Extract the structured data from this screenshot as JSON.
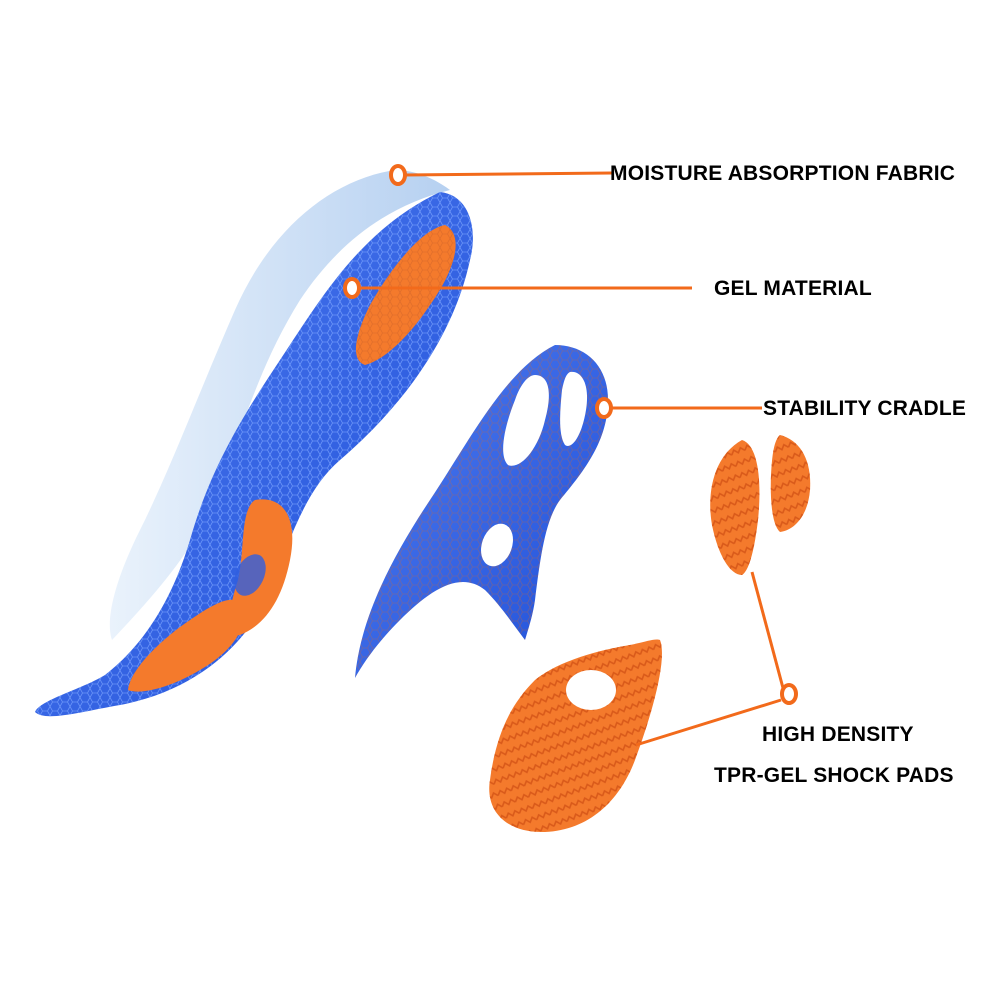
{
  "labels": {
    "moisture": "MOISTURE ABSORPTION FABRIC",
    "gel": "GEL MATERIAL",
    "stability": "STABILITY CRADLE",
    "pads_line1": "HIGH DENSITY",
    "pads_line2": "TPR-GEL SHOCK PADS"
  },
  "colors": {
    "accent": "#f26a1b",
    "blue": "#2f5fe0",
    "light_blue": "#bcd7f2",
    "orange": "#f47a2c",
    "text": "#000000"
  }
}
